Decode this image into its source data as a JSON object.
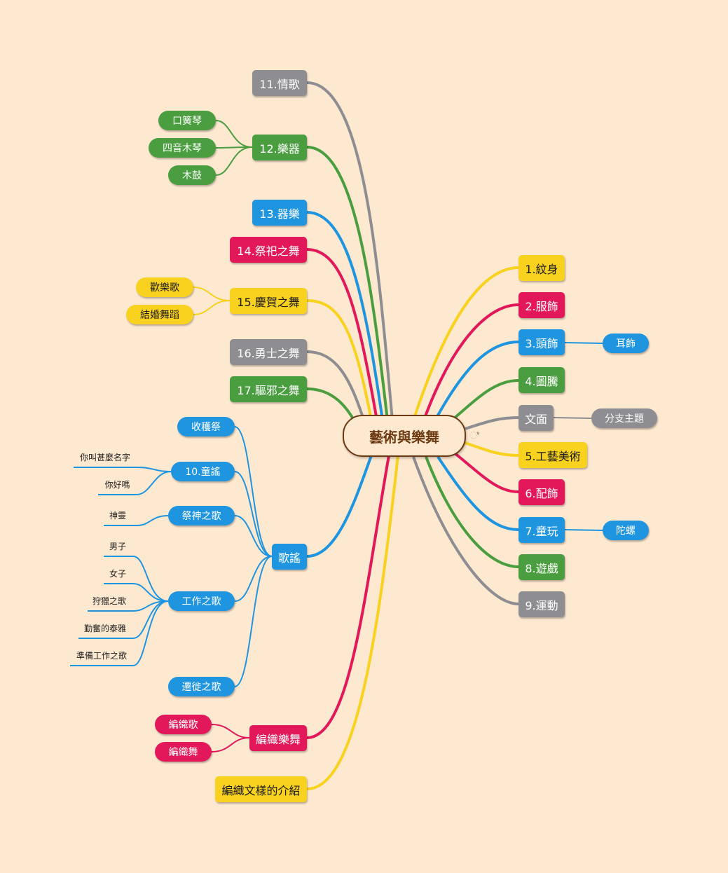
{
  "colors": {
    "gray": "#8d8d92",
    "green": "#4a9e3f",
    "blue": "#1f95e0",
    "red": "#e2185a",
    "yellow": "#f8d21f",
    "background": "#fde8d0",
    "center_border": "#6b3a12"
  },
  "center": {
    "label": "藝術與樂舞"
  },
  "left_branches": {
    "b11": {
      "label": "11.情歌"
    },
    "b12": {
      "label": "12.樂器",
      "children": [
        "口簧琴",
        "四音木琴",
        "木鼓"
      ]
    },
    "b13": {
      "label": "13.器樂"
    },
    "b14": {
      "label": "14.祭祀之舞"
    },
    "b15": {
      "label": "15.慶賀之舞",
      "children": [
        "歡樂歌",
        "結婚舞蹈"
      ]
    },
    "b16": {
      "label": "16.勇士之舞"
    },
    "b17": {
      "label": "17.驅邪之舞"
    },
    "songs": {
      "label": "歌謠",
      "harvest": "收穫祭",
      "children_song": {
        "label": "10.童謠",
        "children": [
          "你叫甚麼名字",
          "你好嗎"
        ]
      },
      "god_song": {
        "label": "祭神之歌",
        "children": [
          "神靈"
        ]
      },
      "work_song": {
        "label": "工作之歌",
        "children": [
          "男子",
          "女子",
          "狩獵之歌",
          "勤奮的泰雅",
          "準備工作之歌"
        ]
      },
      "migration": "遷徙之歌"
    },
    "weave": {
      "label": "編織樂舞",
      "children": [
        "編織歌",
        "編織舞"
      ]
    },
    "pattern": {
      "label": "編織文樣的介紹"
    }
  },
  "right_branches": {
    "r1": {
      "label": "1.紋身"
    },
    "r2": {
      "label": "2.服飾"
    },
    "r3": {
      "label": "3.頭飾",
      "child": "耳飾"
    },
    "r4": {
      "label": "4.圖騰"
    },
    "text": {
      "label": "文面",
      "child": "分支主題"
    },
    "r5": {
      "label": "5.工藝美術"
    },
    "r6": {
      "label": "6.配飾"
    },
    "r7": {
      "label": "7.童玩",
      "child": "陀螺"
    },
    "r8": {
      "label": "8.遊戲"
    },
    "r9": {
      "label": "9.運動"
    }
  }
}
